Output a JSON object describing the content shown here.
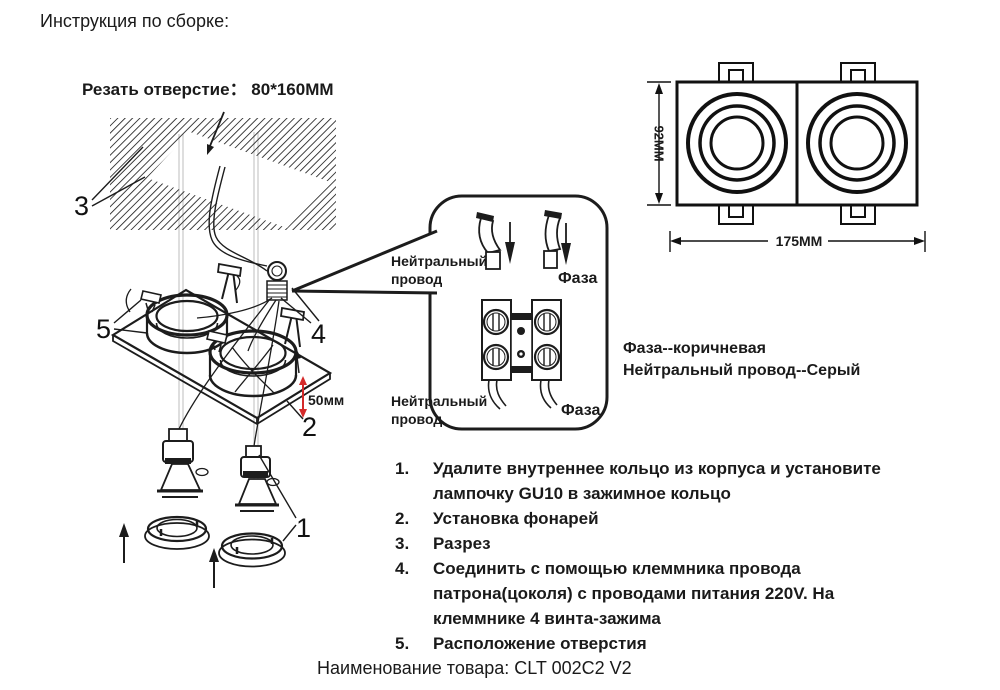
{
  "title": "Инструкция по сборке:",
  "cut_hole": {
    "label": "Резать отверстие： 80*160ММ"
  },
  "part_labels": {
    "p1": "1",
    "p2": "2",
    "p3": "3",
    "p4": "4",
    "p5": "5"
  },
  "dimensions": {
    "height": "92MM",
    "width": "175MM",
    "depth": "50мм"
  },
  "callout": {
    "neutral_top": "Нейтральный провод",
    "phase_top": "Фаза",
    "neutral_bottom": "Нейтральный провод",
    "phase_bottom": "Фаза"
  },
  "wire_note": {
    "line1": "Фаза--коричневая",
    "line2": "Нейтральный провод--Серый"
  },
  "steps": [
    {
      "num": "1.",
      "text": "Удалите внутреннее кольцо из корпуса и установите лампочку GU10 в зажимное кольцо"
    },
    {
      "num": "2.",
      "text": "Установка фонарей"
    },
    {
      "num": "3.",
      "text": "Разрез"
    },
    {
      "num": "4.",
      "text": "Соединить с помощью клеммника провода патрона(цоколя) с проводами питания 220V. На клеммнике 4 винта-зажима"
    },
    {
      "num": "5.",
      "text": "Расположение отверстия"
    }
  ],
  "product_name": "Наименование товара: CLT 002C2 V2",
  "colors": {
    "ink": "#1c1c1c",
    "depth_arrow": "#d42a2a",
    "projection": "#c9c9c9"
  }
}
